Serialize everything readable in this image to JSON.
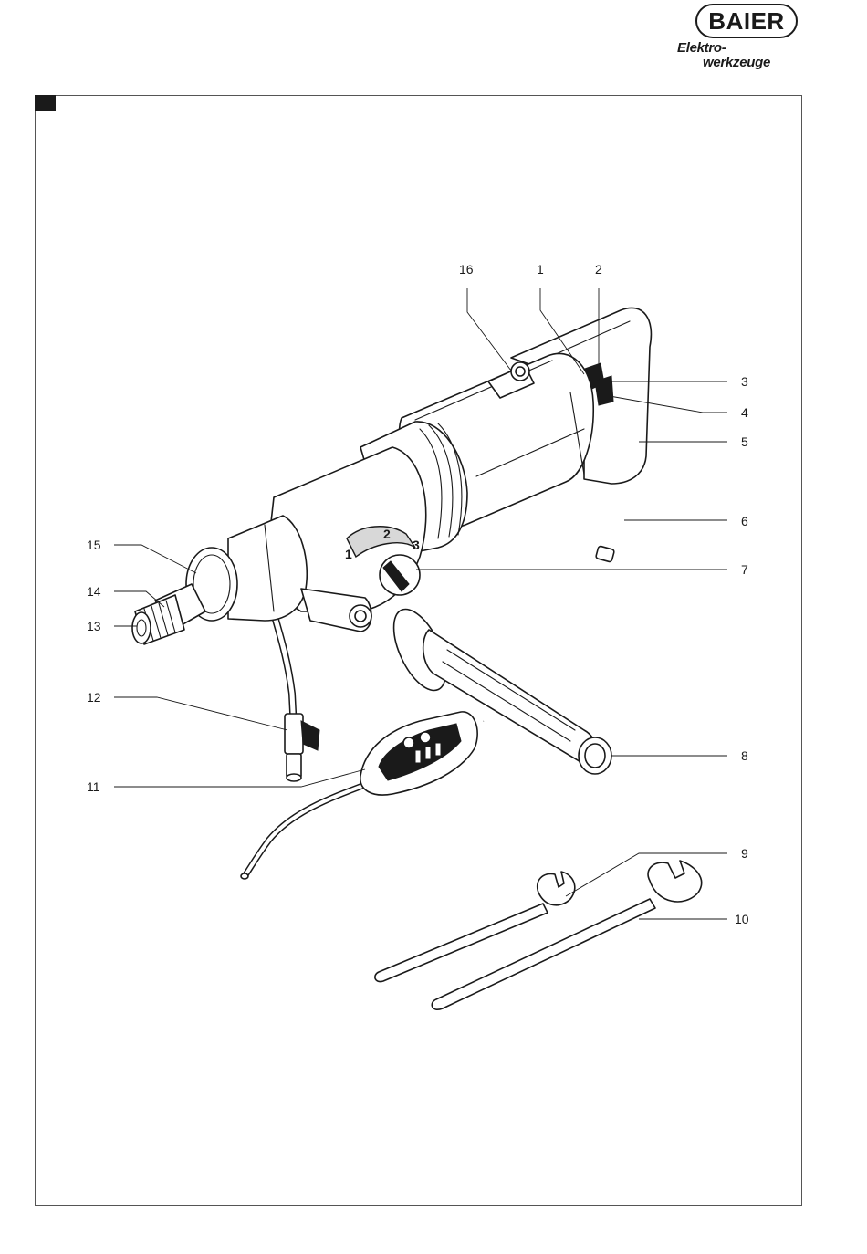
{
  "logo": {
    "brand": "BAIER",
    "line1": "Elektro-",
    "line2": "werkzeuge"
  },
  "callouts": {
    "c1": "1",
    "c2": "2",
    "c3": "3",
    "c4": "4",
    "c5": "5",
    "c6": "6",
    "c7": "7",
    "c8": "8",
    "c9": "9",
    "c10": "10",
    "c11": "11",
    "c12": "12",
    "c13": "13",
    "c14": "14",
    "c15": "15",
    "c16": "16"
  },
  "gear_numbers": {
    "g1": "1",
    "g2": "2",
    "g3": "3"
  }
}
